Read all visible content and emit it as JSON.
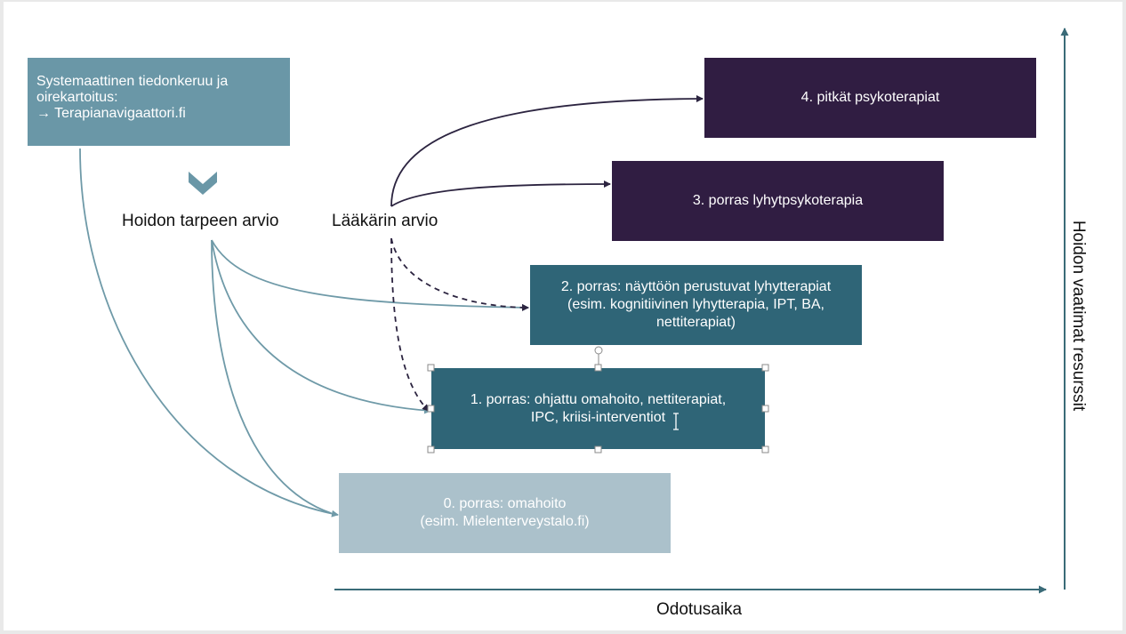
{
  "boxes": {
    "data_collection": "Systemaattinen tiedonkeruu ja\noirekartoitus:\n→ Terapianavigaattori.fi",
    "step4": "4. pitkät psykoterapiat",
    "step3": "3. porras lyhytpsykoterapia",
    "step2": "2. porras: näyttöön perustuvat lyhytterapiat\n(esim. kognitiivinen lyhytterapia, IPT, BA,\nnettiterapiat)",
    "step1": "1. porras: ohjattu omahoito, nettiterapiat,\nIPC, kriisi-interventiot",
    "step0": "0. porras: omahoito\n(esim. Mielenterveystalo.fi)"
  },
  "labels": {
    "need_assessment": "Hoidon tarpeen arvio",
    "doctor_assessment": "Lääkärin arvio",
    "x_axis": "Odotusaika",
    "y_axis": "Hoidon vaatimat resurssit"
  },
  "icons": {
    "chevron": "chevron-down-icon",
    "rotate_handle": "rotate-handle-icon",
    "text_cursor": "text-cursor-icon"
  },
  "colors": {
    "dark_purple": "#301d42",
    "teal": "#2f6577",
    "steel_blue": "#6a97a7",
    "light_blue": "#abc1cb",
    "connector": "#6f9aa8",
    "doctor_connector": "#2c2440",
    "axis": "#3a6b78"
  }
}
